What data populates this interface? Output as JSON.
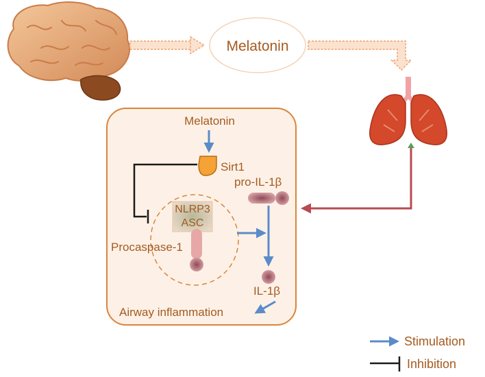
{
  "labels": {
    "melatonin_top": "Melatonin",
    "melatonin_box": "Melatonin",
    "sirt1": "Sirt1",
    "pro_il1b": "pro-IL-1β",
    "nlrp3": "NLRP3",
    "asc": "ASC",
    "procaspase": "Procaspase-1",
    "il1b": "IL-1β",
    "airway": "Airway inflammation"
  },
  "legend": {
    "stimulation": "Stimulation",
    "inhibition": "Inhibition"
  },
  "icons": [
    "brain-icon",
    "lungs-icon",
    "sirt1-shape-icon"
  ],
  "colors": {
    "text_brown": "#a55a1f",
    "box_border": "#d9843a",
    "box_fill": "#fdf1e7",
    "stimulation_arrow": "#5b8bc9",
    "inhibition_line": "#1a1a1a",
    "lung_link": "#b84a52",
    "dashed_arrow": "#f0b48a",
    "molecule": "#b86b78"
  }
}
